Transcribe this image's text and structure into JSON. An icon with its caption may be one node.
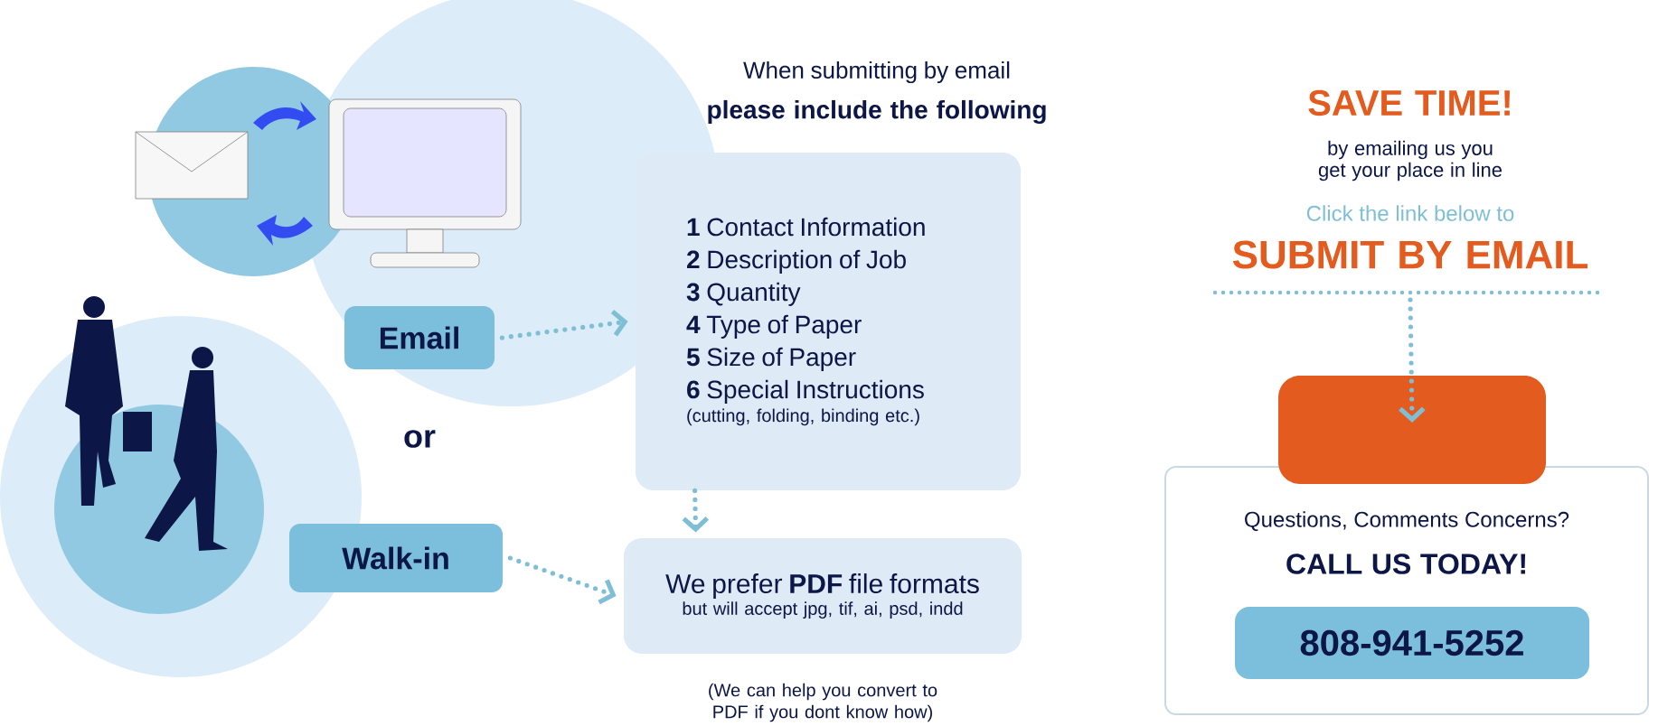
{
  "diagram": {
    "nodes": [
      {
        "text": [
          "Email"
        ]
      },
      {
        "text": [
          "Walk-in"
        ]
      },
      {
        "text": [
          "**1** Contact Information",
          "**2** Description of Job",
          "**3** Quantity",
          "**4** Type of Paper",
          "**5** Size of Paper",
          "**6** Special Instructions",
          "(cutting, folding, binding etc.)"
        ]
      },
      {
        "text": [
          "We prefer **PDF** file formats",
          "but will accept jpg, tif, ai, psd, indd"
        ]
      },
      {
        "text": [],
        "shape": "box"
      },
      {
        "text": [
          "Questions, Comments Concerns?",
          "CALL US TODAY!"
        ]
      },
      {
        "text": [
          "808-941-5252"
        ],
        "in": 5
      }
    ],
    "edges": [
      {
        "from": 0,
        "to": 2,
        "arrow": "to"
      },
      {
        "from": 1,
        "to": 3,
        "arrow": "to"
      },
      {
        "from": 2,
        "to": 3,
        "arrow": "to"
      },
      {
        "from": null,
        "to": 4,
        "arrow": "to"
      }
    ],
    "labels": [
      "When submitting by email",
      "please include the following",
      "(We can help you convert to PDF if you dont know how)",
      "or",
      "SAVE TIME!",
      "by emailing us you get your place in line",
      "Click the link below to",
      "SUBMIT BY EMAIL"
    ]
  }
}
